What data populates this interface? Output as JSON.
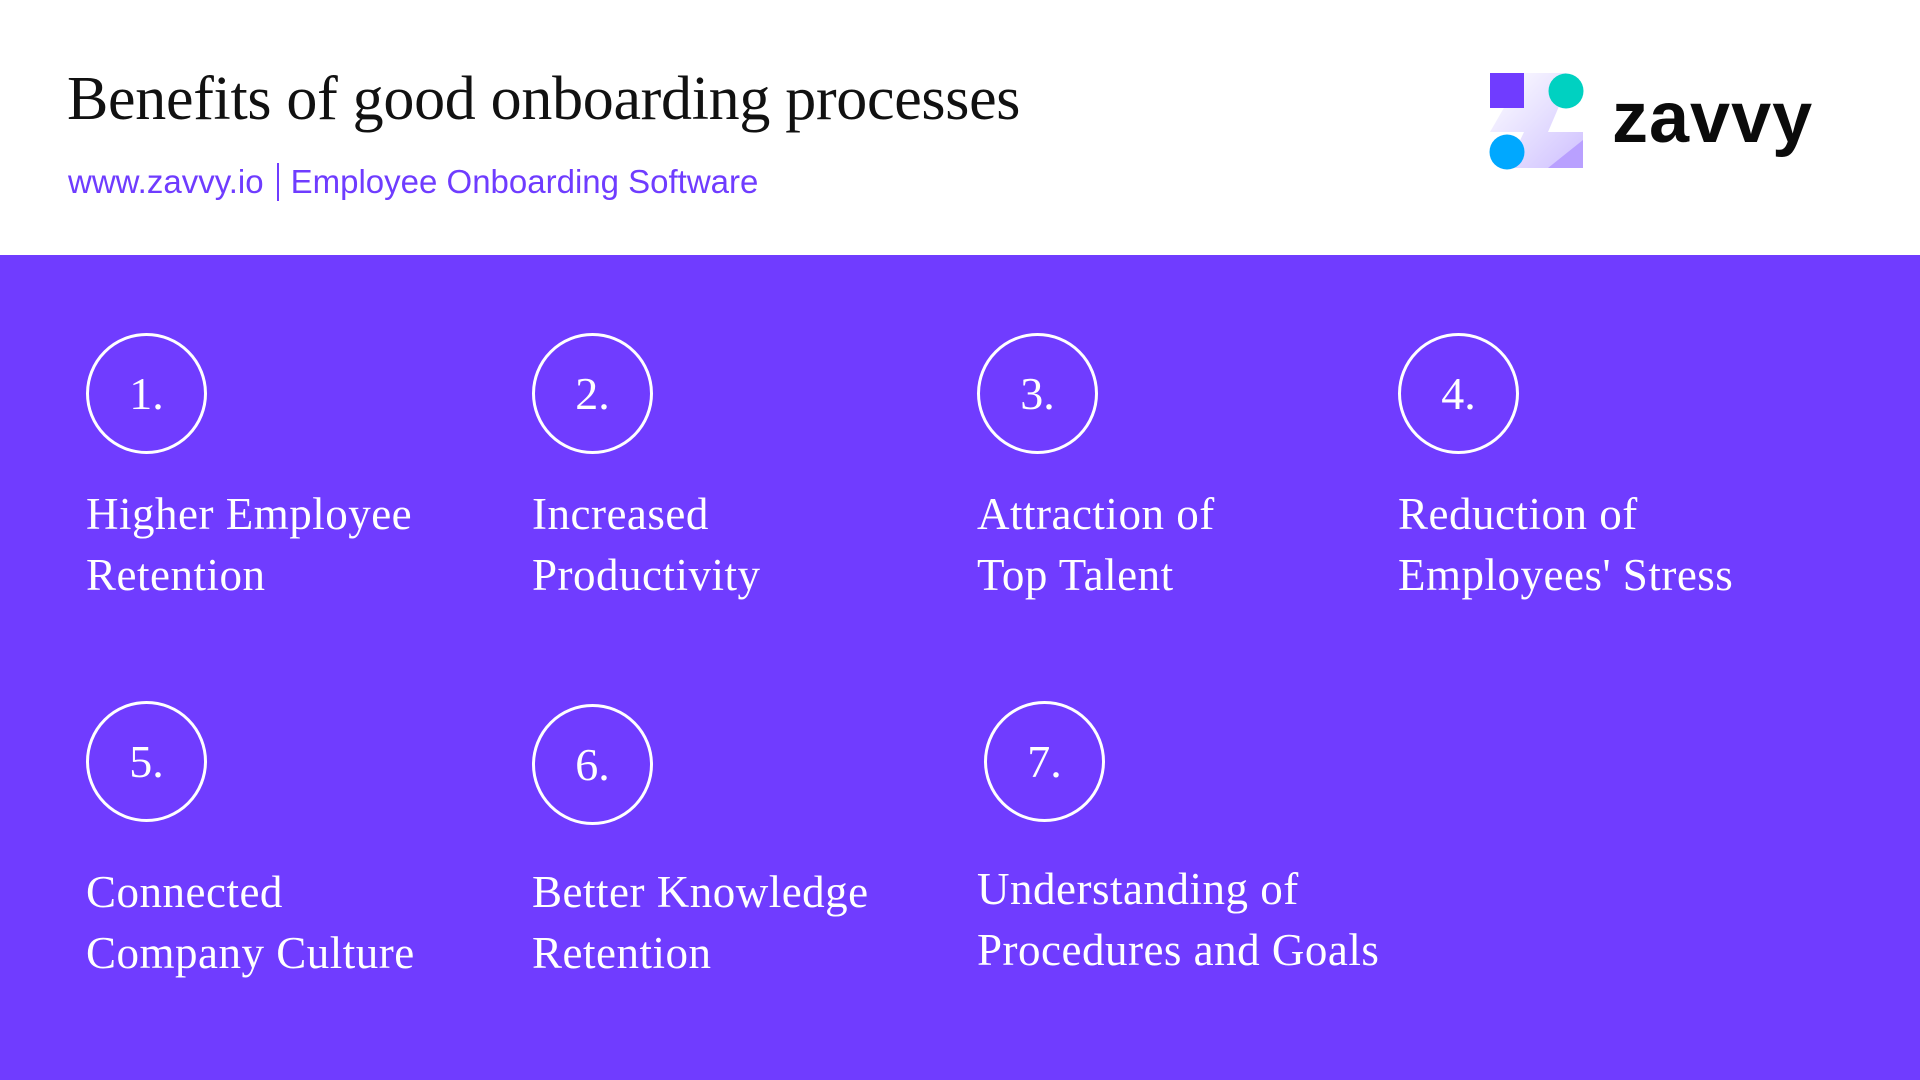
{
  "header": {
    "title": "Benefits of good onboarding processes",
    "subtitle_url": "www.zavvy.io",
    "subtitle_text": "Employee Onboarding Software",
    "logo_word": "zavvy"
  },
  "colors": {
    "brand_purple": "#703cff",
    "subtitle_purple": "#6f3cff",
    "logo_teal": "#00d1c1",
    "logo_blue": "#00a8ff",
    "logo_light_purple": "#b9a0ff",
    "title_text": "#111111",
    "item_text": "#ffffff"
  },
  "benefits": [
    {
      "number": "1.",
      "line1": "Higher Employee",
      "line2": "Retention"
    },
    {
      "number": "2.",
      "line1": "Increased",
      "line2": "Productivity"
    },
    {
      "number": "3.",
      "line1": "Attraction of",
      "line2": "Top Talent"
    },
    {
      "number": "4.",
      "line1": "Reduction of",
      "line2": "Employees' Stress"
    },
    {
      "number": "5.",
      "line1": "Connected",
      "line2": "Company Culture"
    },
    {
      "number": "6.",
      "line1": "Better Knowledge",
      "line2": "Retention"
    },
    {
      "number": "7.",
      "line1": "Understanding of",
      "line2": "Procedures and Goals"
    }
  ]
}
